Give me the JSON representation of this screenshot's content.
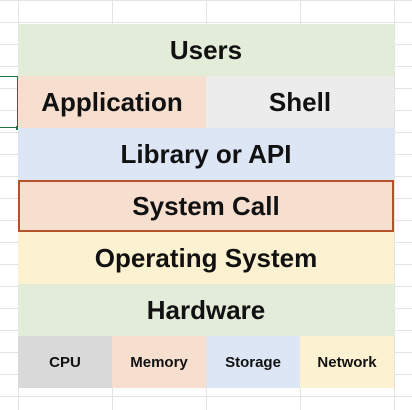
{
  "layers": {
    "users": {
      "label": "Users",
      "color": "#e2ecd9"
    },
    "application": {
      "label": "Application",
      "color": "#f7dfd0"
    },
    "shell": {
      "label": "Shell",
      "color": "#ececec"
    },
    "library": {
      "label": "Library or API",
      "color": "#dde6f4"
    },
    "system_call": {
      "label": "System Call",
      "color": "#f7dfd0",
      "border_color": "#b5522a"
    },
    "operating_system": {
      "label": "Operating System",
      "color": "#fcf1d0"
    },
    "hardware": {
      "label": "Hardware",
      "color": "#e2ecd9"
    }
  },
  "hardware_components": [
    {
      "label": "CPU",
      "color": "#d9d9d9"
    },
    {
      "label": "Memory",
      "color": "#f7dfd0"
    },
    {
      "label": "Storage",
      "color": "#dde6f4"
    },
    {
      "label": "Network",
      "color": "#fcf1d0"
    }
  ]
}
